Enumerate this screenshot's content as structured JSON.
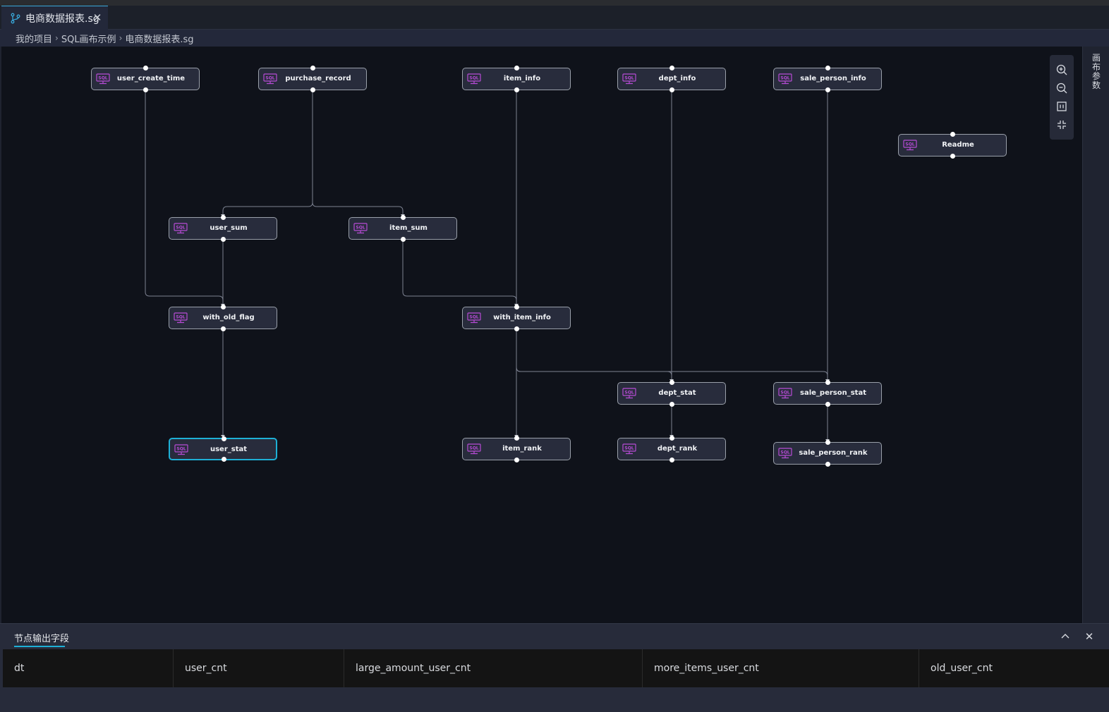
{
  "tab": {
    "title": "电商数据报表.sg",
    "icon": "git-branch-icon",
    "close": "✕"
  },
  "breadcrumb": {
    "items": [
      "我的项目",
      "SQL画布示例",
      "电商数据报表.sg"
    ],
    "separator": "›"
  },
  "canvas": {
    "nodes": [
      {
        "id": "user_create_time",
        "label": "user_create_time"
      },
      {
        "id": "purchase_record",
        "label": "purchase_record"
      },
      {
        "id": "item_info",
        "label": "item_info"
      },
      {
        "id": "dept_info",
        "label": "dept_info"
      },
      {
        "id": "sale_person_info",
        "label": "sale_person_info"
      },
      {
        "id": "readme",
        "label": "Readme"
      },
      {
        "id": "user_sum",
        "label": "user_sum"
      },
      {
        "id": "item_sum",
        "label": "item_sum"
      },
      {
        "id": "with_old_flag",
        "label": "with_old_flag"
      },
      {
        "id": "with_item_info",
        "label": "with_item_info"
      },
      {
        "id": "dept_stat",
        "label": "dept_stat"
      },
      {
        "id": "sale_person_stat",
        "label": "sale_person_stat"
      },
      {
        "id": "user_stat",
        "label": "user_stat",
        "selected": true
      },
      {
        "id": "item_rank",
        "label": "item_rank"
      },
      {
        "id": "dept_rank",
        "label": "dept_rank"
      },
      {
        "id": "sale_person_rank",
        "label": "sale_person_rank"
      }
    ],
    "edges": [
      [
        "user_create_time",
        "with_old_flag"
      ],
      [
        "purchase_record",
        "user_sum"
      ],
      [
        "purchase_record",
        "item_sum"
      ],
      [
        "item_info",
        "with_item_info"
      ],
      [
        "dept_info",
        "dept_stat"
      ],
      [
        "sale_person_info",
        "sale_person_stat"
      ],
      [
        "user_sum",
        "with_old_flag"
      ],
      [
        "item_sum",
        "with_item_info"
      ],
      [
        "with_old_flag",
        "user_stat"
      ],
      [
        "with_item_info",
        "item_rank"
      ],
      [
        "with_item_info",
        "dept_stat"
      ],
      [
        "with_item_info",
        "sale_person_stat"
      ],
      [
        "dept_stat",
        "dept_rank"
      ],
      [
        "sale_person_stat",
        "sale_person_rank"
      ]
    ],
    "node_icon": "sql-monitor-icon",
    "zoom_controls": [
      "zoom-in-icon",
      "zoom-out-icon",
      "fit-view-icon",
      "collapse-icon"
    ]
  },
  "right_panel": {
    "label": "画布参数"
  },
  "bottom_panel": {
    "tab_label": "节点输出字段",
    "collapse_icon": "chevron-up-icon",
    "close": "✕",
    "fields": [
      "dt",
      "user_cnt",
      "large_amount_user_cnt",
      "more_items_user_cnt",
      "old_user_cnt"
    ]
  }
}
